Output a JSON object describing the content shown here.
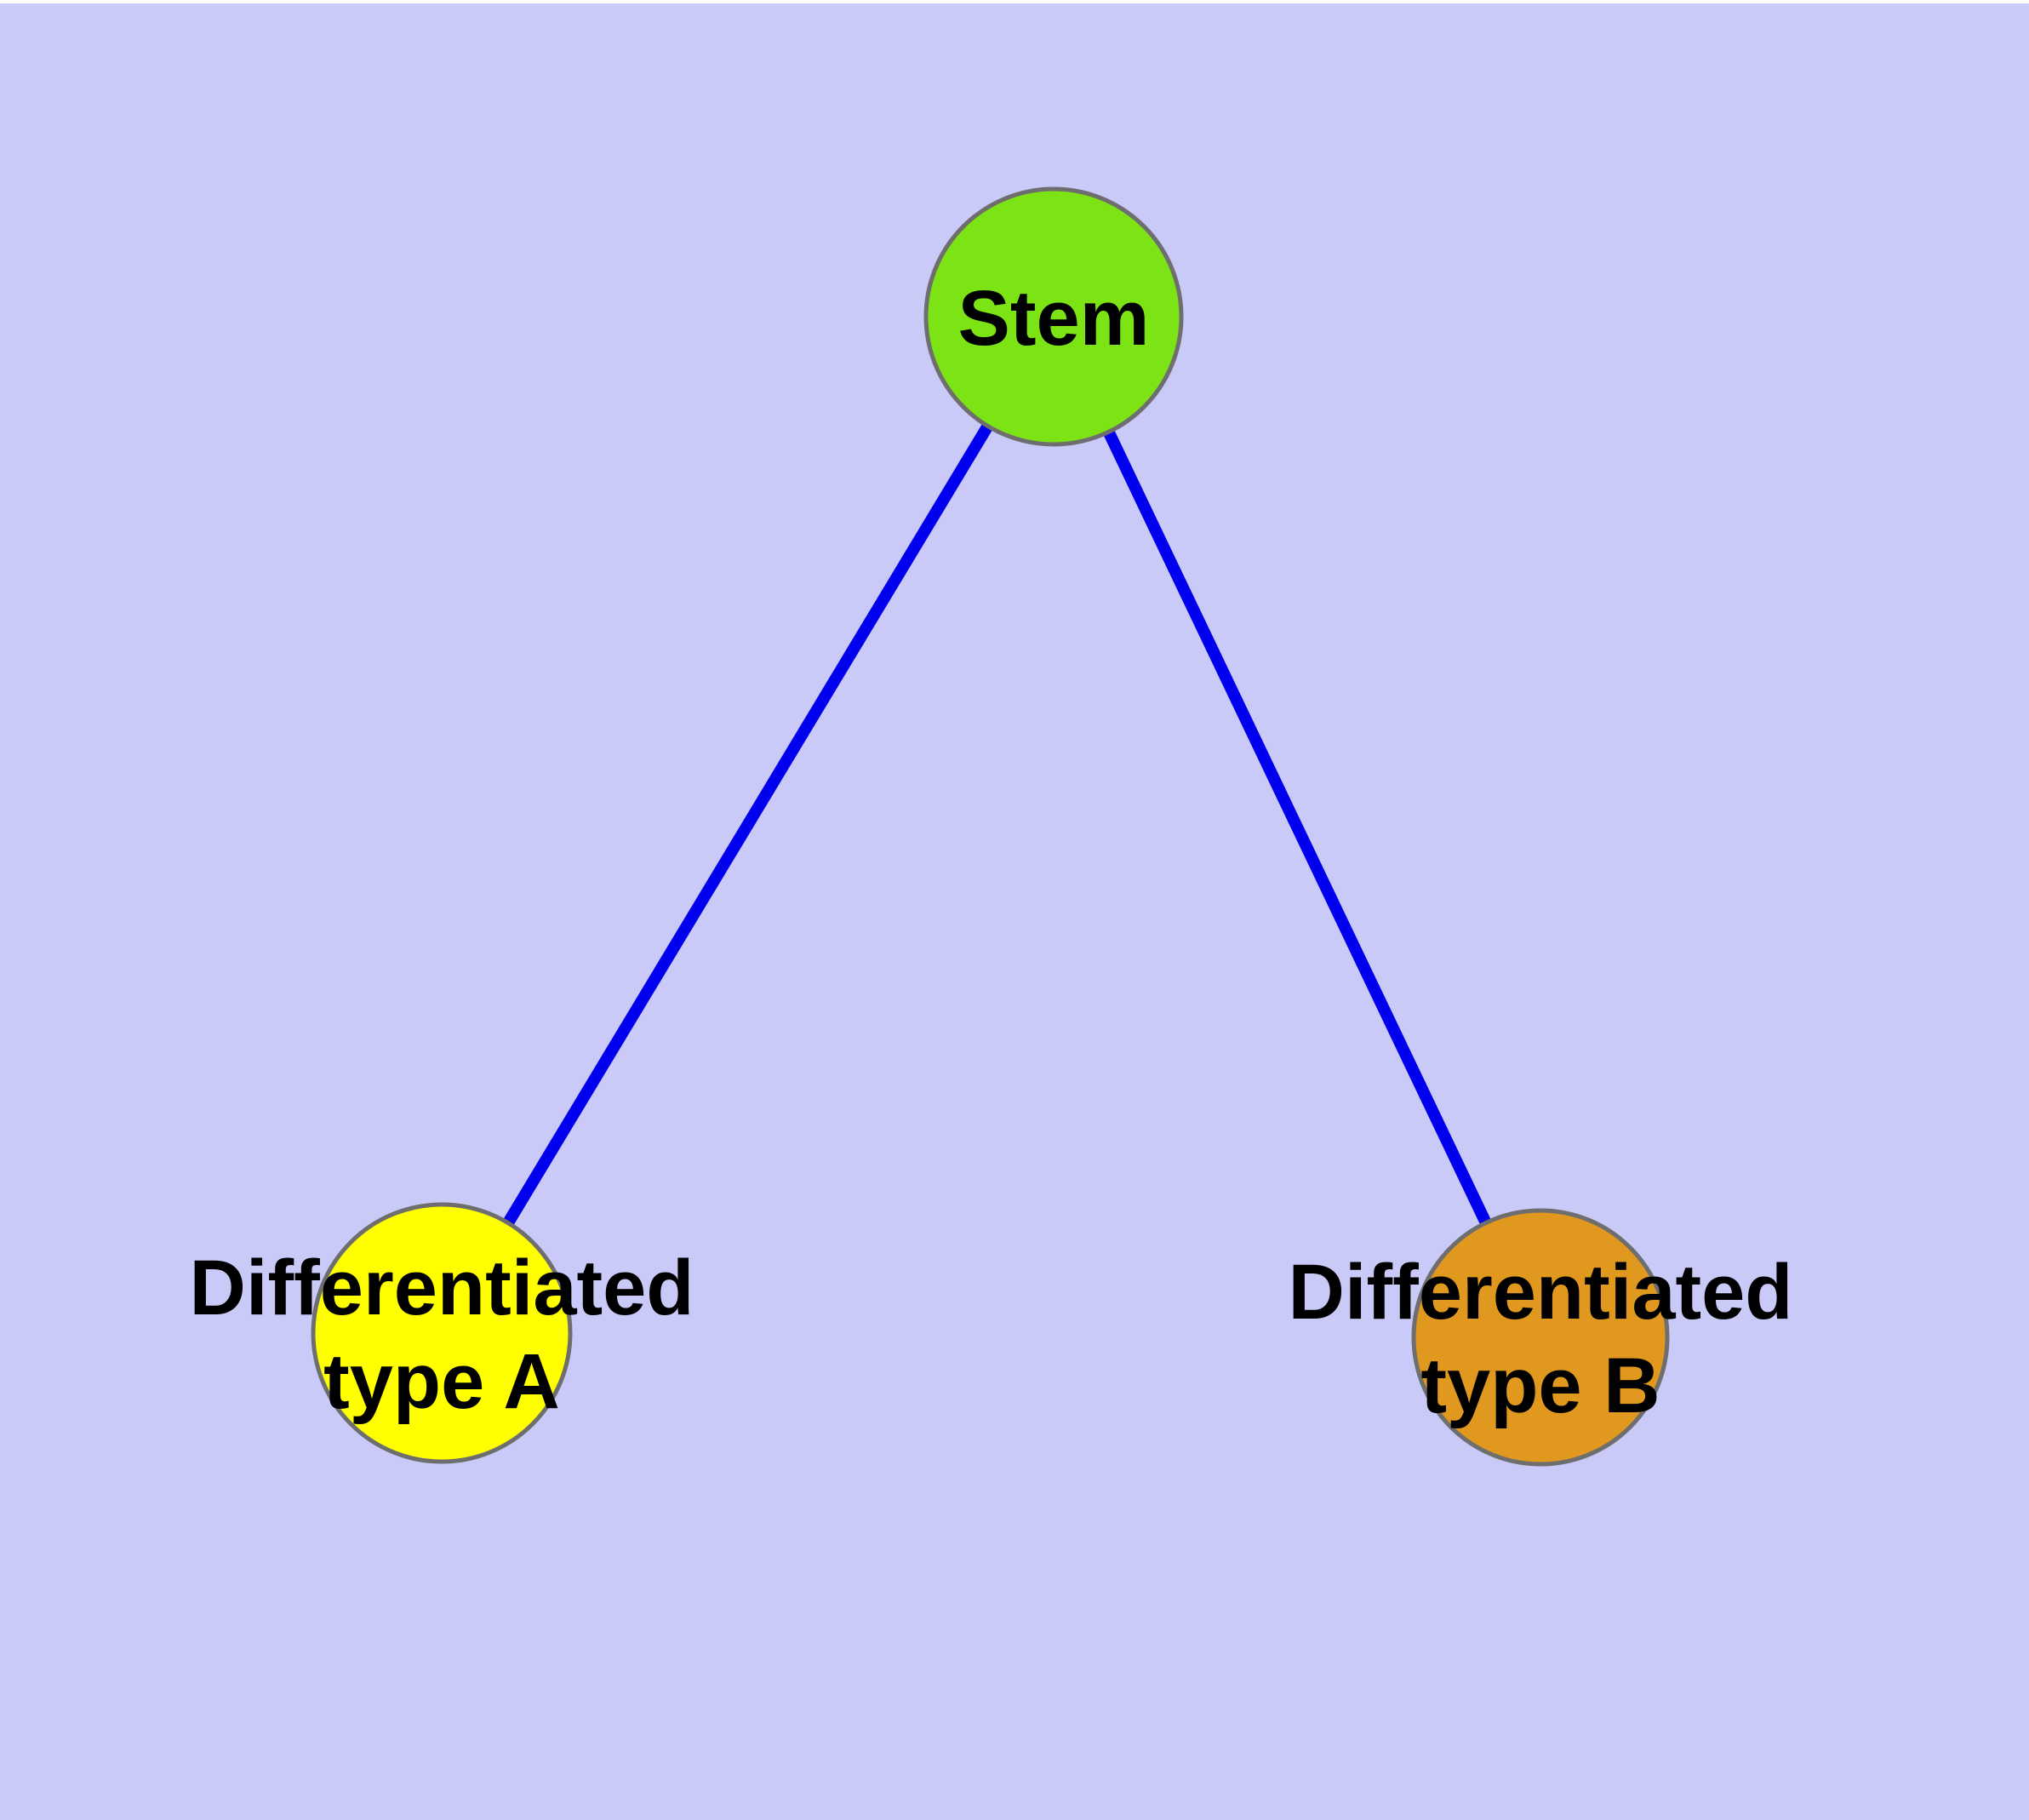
{
  "canvas": {
    "page_background": "#FFFFFF",
    "panel_background": "#CACAF9"
  },
  "diagram": {
    "type": "node-link-graph",
    "description": "Stem cell differentiation hierarchy",
    "text_color": "#000000",
    "node_border_color": "#6E6E6E",
    "edge_color": "#0000EE",
    "nodes": [
      {
        "id": "stem",
        "label": "Stem",
        "label_lines": [
          "Stem"
        ],
        "fill": "#7CE414"
      },
      {
        "id": "differentiated-type-a",
        "label": "Differentiated type A",
        "label_lines": [
          "Differentiated",
          "type A"
        ],
        "fill": "#FFFF00"
      },
      {
        "id": "differentiated-type-b",
        "label": "Differentiated type B",
        "label_lines": [
          "Differentiated",
          "type B"
        ],
        "fill": "#E0981E"
      }
    ],
    "edges": [
      {
        "from": "stem",
        "to": "differentiated-type-a",
        "color": "#0000EE"
      },
      {
        "from": "stem",
        "to": "differentiated-type-b",
        "color": "#0000EE"
      }
    ]
  }
}
